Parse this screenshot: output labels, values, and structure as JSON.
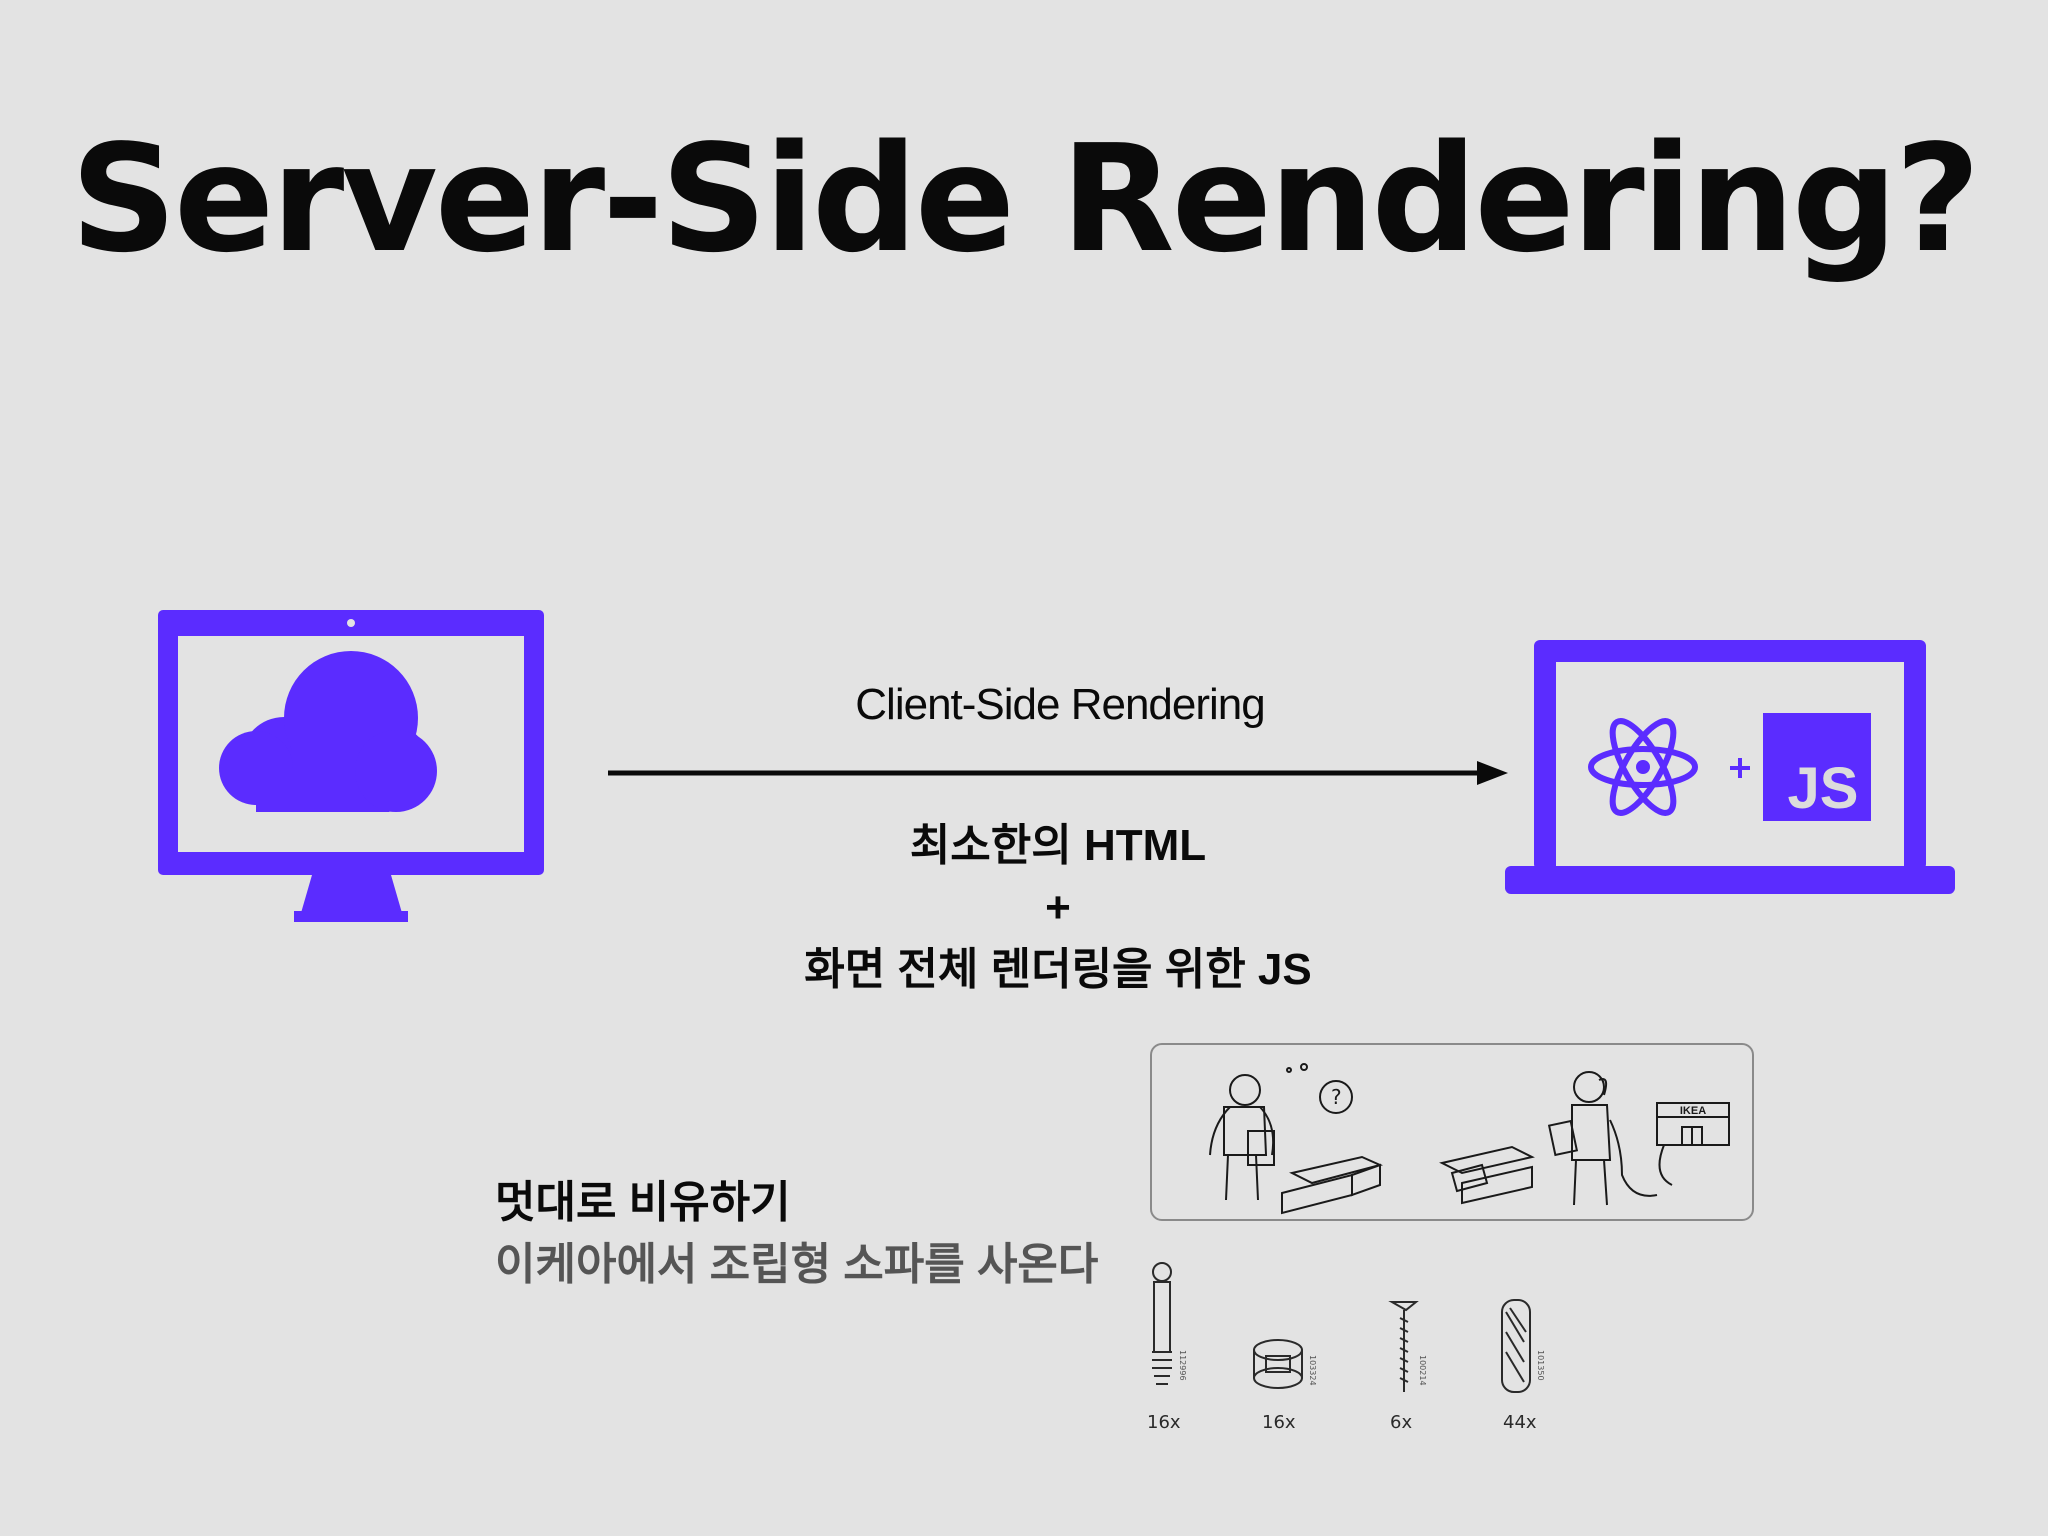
{
  "slide": {
    "title": "Server-Side Rendering?",
    "accent_color": "#5b2cff"
  },
  "diagram": {
    "arrow_label": "Client-Side Rendering",
    "payload_line1": "최소한의 HTML",
    "payload_plus": "+",
    "payload_line2": "화면 전체 렌더링을 위한 JS",
    "js_badge": "JS",
    "icons": [
      "cloud-monitor-icon",
      "laptop-icon",
      "react-atom-icon",
      "js-logo-icon"
    ]
  },
  "metaphor": {
    "heading": "멋대로 비유하기",
    "text": "이케아에서 조립형 소파를 사온다"
  },
  "ikea": {
    "logo": "IKEA",
    "parts": [
      {
        "icon": "cam-bolt-icon",
        "count": "16x",
        "code": "112996"
      },
      {
        "icon": "cam-lock-icon",
        "count": "16x",
        "code": "103324"
      },
      {
        "icon": "screw-icon",
        "count": "6x",
        "code": "100214"
      },
      {
        "icon": "wooden-dowel-icon",
        "count": "44x",
        "code": "101350"
      }
    ]
  }
}
